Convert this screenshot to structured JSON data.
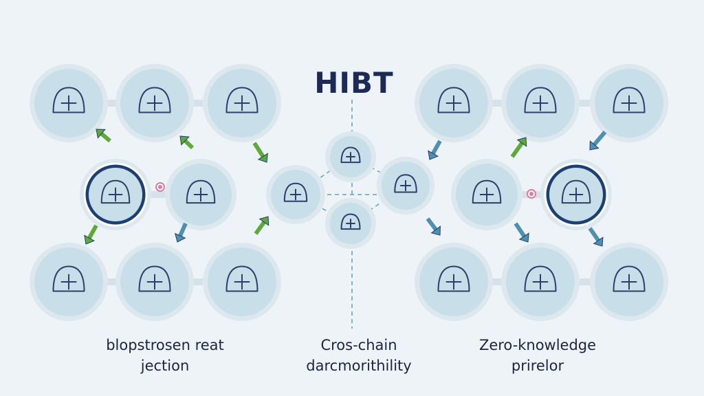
{
  "title": "HIBT",
  "captions": [
    {
      "line1": "blopstrosen reat",
      "line2": "jection"
    },
    {
      "line1": "Cros-chain",
      "line2": "darcmorithility"
    },
    {
      "line1": "Zero-knowledge",
      "line2": "prirelor"
    }
  ],
  "colors": {
    "node_fill": "#c8dfea",
    "node_ring": "#dce8ee",
    "node_stroke": "#2c3f6b",
    "dark_node": "#1d3f72",
    "arrow_green": "#5ea93a",
    "arrow_blue": "#4f8fb0",
    "dot": "#e27a9c",
    "dash": "#5f9fc0"
  },
  "icons": [
    "cloud-icon",
    "hand-coin-icon",
    "device-icon",
    "globe-icon",
    "printer-icon",
    "hand-icon",
    "blocks-icon",
    "file-box-icon",
    "node-icon",
    "token-icon",
    "token-icon",
    "bridge-icon",
    "cubes-icon",
    "shield-network-icon",
    "watch-icon",
    "coin-icon",
    "cup-icon",
    "figure-icon",
    "snake-icon",
    "coin-exchange-icon"
  ]
}
